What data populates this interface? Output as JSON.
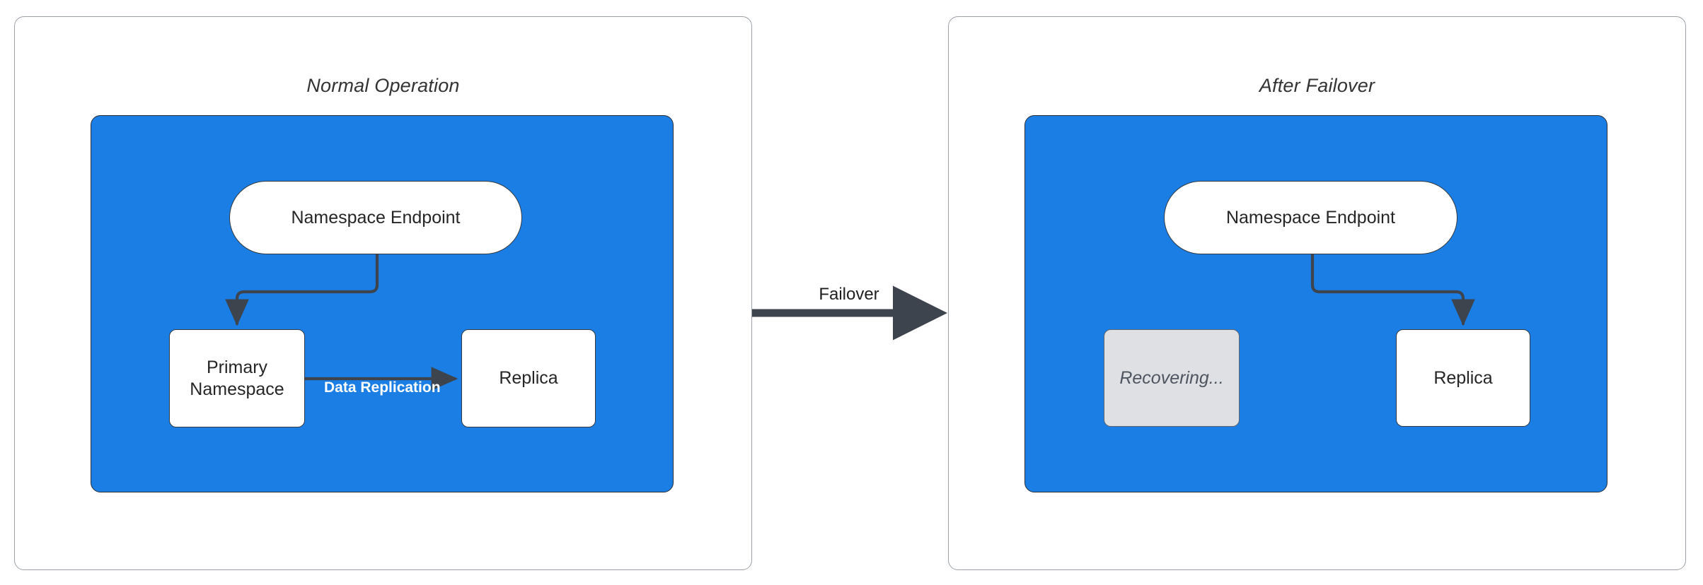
{
  "diagram": {
    "type": "failover-architecture-diagram",
    "accent_blue": "#1a7ee5",
    "edge_color": "#3d444d",
    "ghost_fill": "#dee0e4",
    "panels": [
      {
        "id": "normal-operation",
        "title": "Normal Operation",
        "nodes": [
          {
            "id": "namespace-endpoint-left",
            "label": "Namespace Endpoint",
            "shape": "pill",
            "state": "active"
          },
          {
            "id": "primary-namespace",
            "label": "Primary\nNamespace",
            "shape": "rect",
            "state": "active"
          },
          {
            "id": "replica-left",
            "label": "Replica",
            "shape": "rect",
            "state": "active"
          }
        ],
        "edges": [
          {
            "from": "namespace-endpoint-left",
            "to": "primary-namespace",
            "label": ""
          },
          {
            "from": "primary-namespace",
            "to": "replica-left",
            "label": "Data Replication"
          }
        ]
      },
      {
        "id": "after-failover",
        "title": "After Failover",
        "nodes": [
          {
            "id": "namespace-endpoint-right",
            "label": "Namespace Endpoint",
            "shape": "pill",
            "state": "active"
          },
          {
            "id": "recovering",
            "label": "Recovering...",
            "shape": "rect",
            "state": "disabled"
          },
          {
            "id": "replica-right",
            "label": "Replica",
            "shape": "rect",
            "state": "active"
          }
        ],
        "edges": [
          {
            "from": "namespace-endpoint-right",
            "to": "replica-right",
            "label": ""
          }
        ]
      }
    ],
    "transition": {
      "label": "Failover",
      "from_panel": "normal-operation",
      "to_panel": "after-failover"
    }
  },
  "panel_left": {
    "title": "Normal Operation",
    "endpoint_label": "Namespace Endpoint",
    "primary_line1": "Primary",
    "primary_line2": "Namespace",
    "replica_label": "Replica",
    "replication_label": "Data Replication"
  },
  "panel_right": {
    "title": "After Failover",
    "endpoint_label": "Namespace Endpoint",
    "recovering_label": "Recovering...",
    "replica_label": "Replica"
  },
  "transition": {
    "label": "Failover"
  }
}
